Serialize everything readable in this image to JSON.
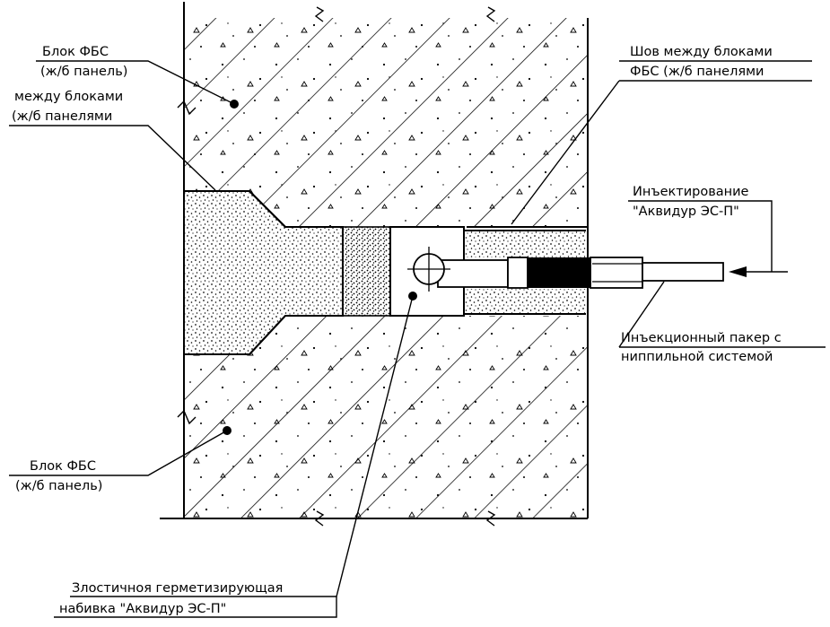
{
  "labels": {
    "block_top_line1": "Блок ФБС",
    "block_top_line2": "(ж/б панель)",
    "between_line1": "между блоками",
    "between_line2": "(ж/б панелями",
    "seam_line1": "Шов между блоками",
    "seam_line2": "ФБС (ж/б панелями",
    "injection_line1": "Инъектирование",
    "injection_line2": "\"Аквидур ЭС-П\"",
    "packer_line1": "Инъекционный пакер с",
    "packer_line2": "ниппильной системой",
    "block_bottom_line1": "Блок ФБС",
    "block_bottom_line2": "(ж/б панель)",
    "seal_line1": "Злостичноя герметизирующая",
    "seal_line2": "набивка \"Аквидур ЭС-П\""
  },
  "colors": {
    "ink": "#000000",
    "paper": "#ffffff"
  },
  "icons": {
    "arrow": "arrow-left-icon",
    "nipple": "circle-cross-icon"
  }
}
